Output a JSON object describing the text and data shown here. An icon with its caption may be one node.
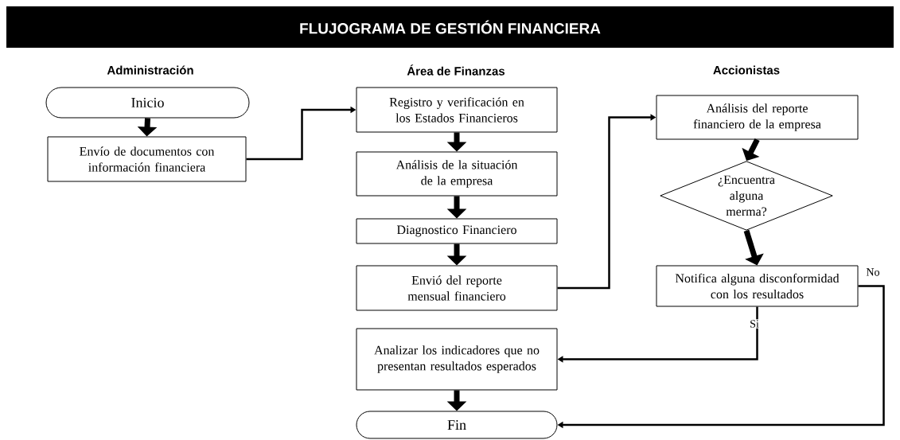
{
  "diagram": {
    "title": "FLUJOGRAMA DE GESTIÓN FINANCIERA",
    "nodes": [
      {
        "text": [
          "Inicio"
        ]
      },
      {
        "text": [
          "Envío de documentos con información financiera"
        ]
      },
      {
        "text": [
          "Registro y verificación en los Estados Financieros"
        ]
      },
      {
        "text": [
          "Análisis de la situación de la empresa"
        ]
      },
      {
        "text": [
          "Diagnostico Financiero"
        ]
      },
      {
        "text": [
          "Envió del reporte mensual financiero"
        ]
      },
      {
        "text": [
          "Analizar los indicadores que no presentan resultados esperados"
        ]
      },
      {
        "text": [
          "Fin"
        ]
      },
      {
        "text": [
          "Análisis del reporte financiero de la empresa"
        ]
      },
      {
        "text": [
          "¿Encuentra alguna merma?"
        ]
      },
      {
        "text": [
          "Notifica alguna disconformidad con los resultados"
        ]
      }
    ],
    "edges": [
      {
        "from": 0,
        "to": 1,
        "arrow": "to"
      },
      {
        "from": 1,
        "to": 2,
        "arrow": "to"
      },
      {
        "from": 2,
        "to": 3,
        "arrow": "to"
      },
      {
        "from": 3,
        "to": 4,
        "arrow": "to"
      },
      {
        "from": 4,
        "to": 5,
        "arrow": "to"
      },
      {
        "from": 5,
        "to": 8,
        "arrow": "to"
      },
      {
        "from": 8,
        "to": 9,
        "arrow": "to"
      },
      {
        "from": 9,
        "to": 10,
        "arrow": "to"
      },
      {
        "from": 10,
        "to": 6,
        "arrow": "to",
        "label": "Si"
      },
      {
        "from": 10,
        "to": 7,
        "arrow": "to",
        "label": "No"
      },
      {
        "from": 6,
        "to": 7,
        "arrow": "to"
      }
    ],
    "labels": [
      "Administración",
      "Área de Finanzas",
      "Accionistas"
    ]
  }
}
